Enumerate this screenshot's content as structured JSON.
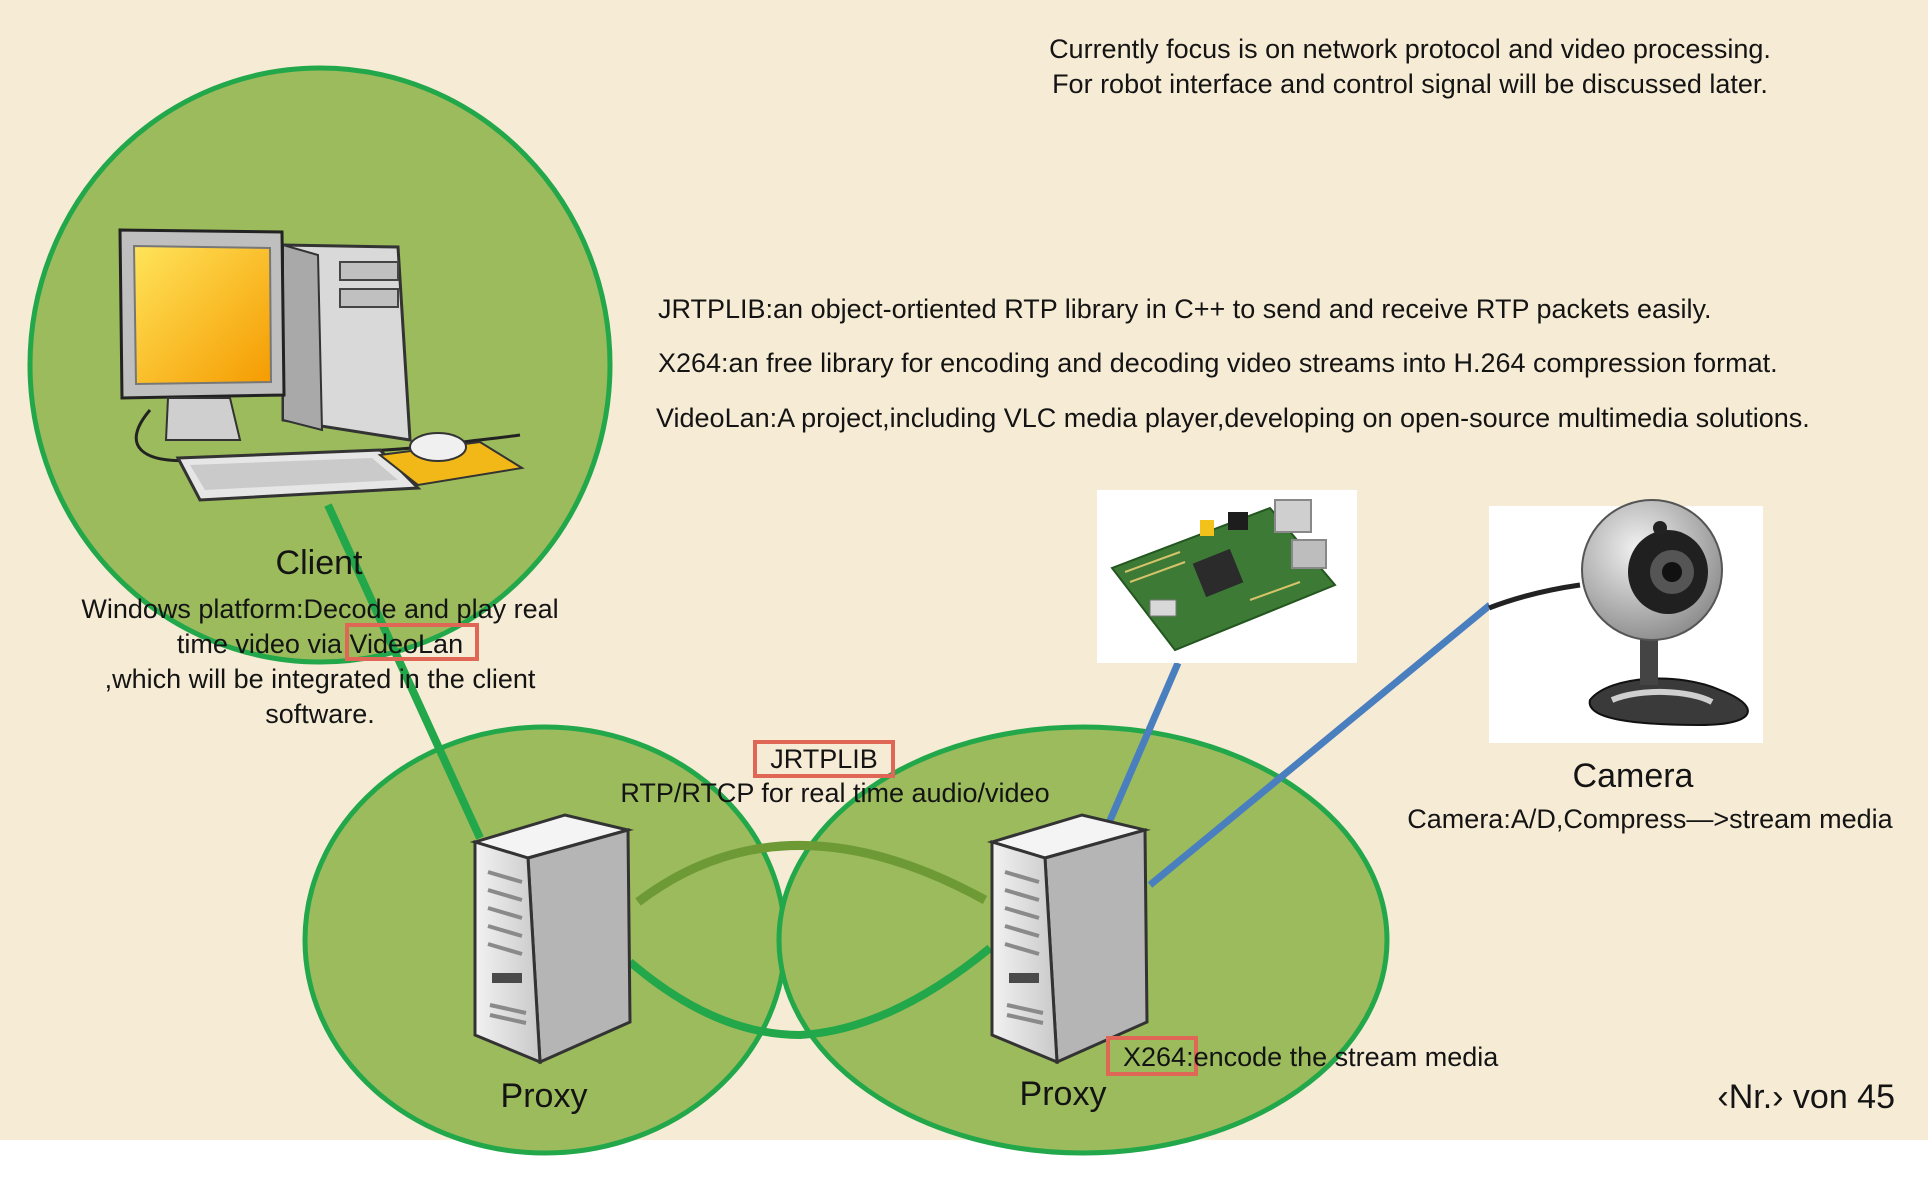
{
  "header": {
    "note_line1": "Currently focus is on network protocol and video processing.",
    "note_line2": "For robot interface and control signal will be discussed later."
  },
  "definitions": [
    "JRTPLIB:an object-ortiented RTP library in C++ to send and receive RTP packets easily.",
    "X264:an free library for encoding and decoding video streams into H.264 compression format.",
    "VideoLan:A project,including VLC media player,developing on open-source multimedia solutions."
  ],
  "client": {
    "label": "Client",
    "desc_line1": "Windows platform:Decode and play real",
    "desc_line2_prefix": "time video via ",
    "desc_line2_highlight": "VideoLan",
    "desc_line3": ",which will be integrated in the client",
    "desc_line4": "software."
  },
  "link": {
    "highlight": "JRTPLIB",
    "text": "RTP/RTCP for real time audio/video"
  },
  "proxy_left": {
    "label": "Proxy"
  },
  "proxy_right": {
    "label": "Proxy",
    "highlight": "X264",
    "text": ":encode the stream media"
  },
  "camera": {
    "label": "Camera",
    "desc": "Camera:A/D,Compress—>stream media"
  },
  "footer": {
    "page": "‹Nr.› von 45"
  },
  "colors": {
    "background": "#f6ebd5",
    "circle_fill": "#9bbb5c",
    "circle_stroke": "#22a74a",
    "link_dark": "#6e9a35",
    "link_blue": "#4a7fbf",
    "highlight_box": "#e06655"
  },
  "icons": [
    "desktop-computer-icon",
    "server-icon",
    "server-icon",
    "circuit-board-photo",
    "webcam-photo"
  ]
}
